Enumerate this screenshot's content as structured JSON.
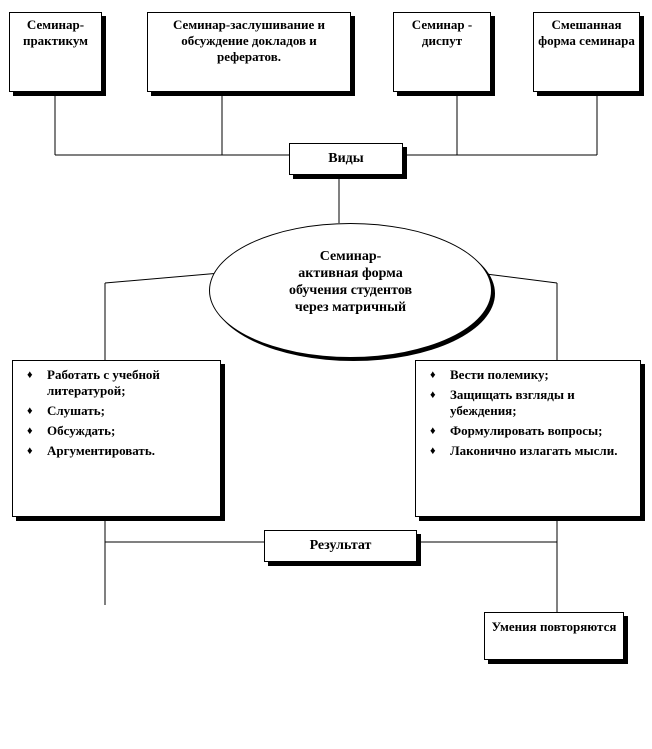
{
  "diagram": {
    "types": [
      "Семинар-практикум",
      "Семинар-заслушивание и обсуждение докладов и рефератов.",
      "Семинар - диспут",
      "Смешанная форма семинара"
    ],
    "types_label": "Виды",
    "center": [
      "Семинар-",
      "активная форма",
      "обучения студентов",
      "через матричный"
    ],
    "left_list": [
      "Работать с учебной литературой;",
      "Слушать;",
      "Обсуждать;",
      "Аргументировать."
    ],
    "right_list": [
      "Вести полемику;",
      "Защищать взгляды и убеждения;",
      "Формулировать вопросы;",
      "Лаконично излагать мысли."
    ],
    "result_label": "Результат",
    "skills_label": "Умения повторяются",
    "bullet_glyph": "♦"
  }
}
